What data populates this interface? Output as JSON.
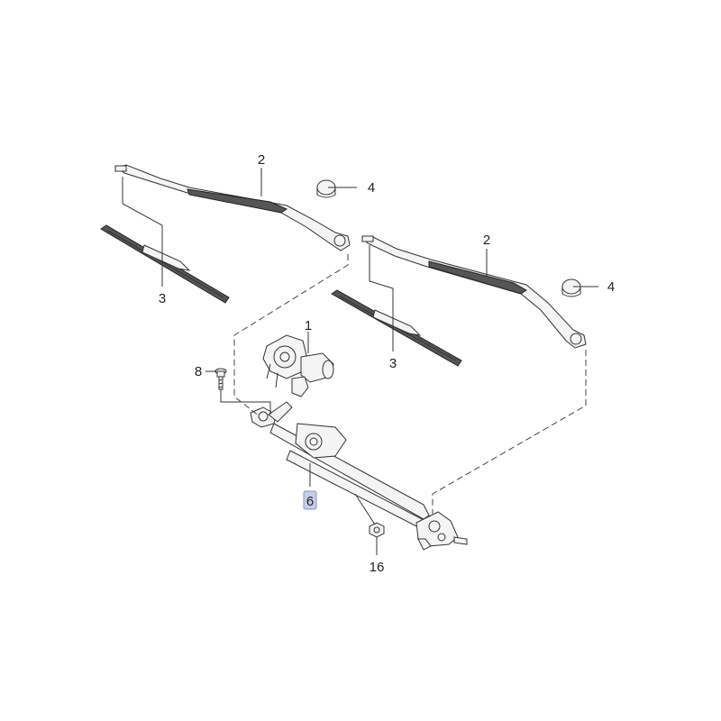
{
  "callouts": {
    "left_arm": "2",
    "right_arm": "2",
    "left_cap": "4",
    "right_cap": "4",
    "left_blade": "3",
    "right_blade": "3",
    "motor": "1",
    "bolt": "8",
    "linkage": "6",
    "nut": "16"
  },
  "colors": {
    "line": "#333333",
    "highlight": "#c6cce8"
  }
}
